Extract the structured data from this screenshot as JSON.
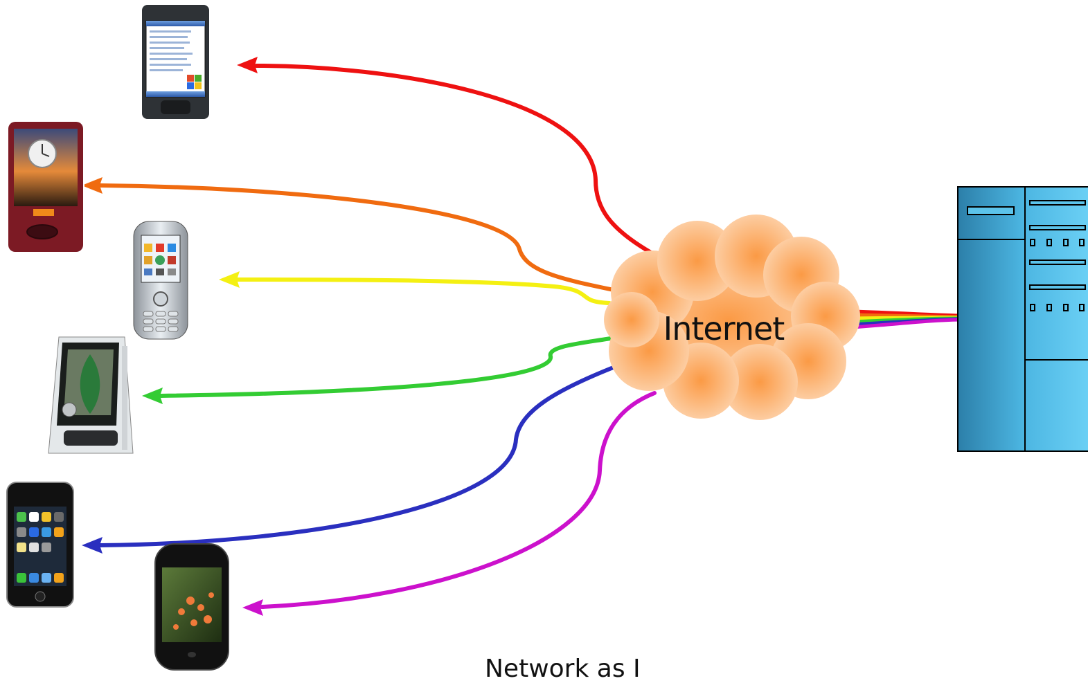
{
  "diagram": {
    "cloud_label": "Internet",
    "caption": "Network as I",
    "colors": {
      "red": "#ee1111",
      "orange": "#f06b10",
      "yellow": "#f4f012",
      "green": "#33cc33",
      "blue": "#2a2fbf",
      "magenta": "#cc11cc",
      "cloud": "#fcc08a",
      "server": "#3aa6d6"
    },
    "nodes": [
      {
        "id": "pocket-pc",
        "kind": "phone"
      },
      {
        "id": "android-phone",
        "kind": "phone"
      },
      {
        "id": "siemens-phone",
        "kind": "phone"
      },
      {
        "id": "motorola-phone",
        "kind": "phone"
      },
      {
        "id": "iphone",
        "kind": "phone"
      },
      {
        "id": "palm-pre",
        "kind": "phone"
      },
      {
        "id": "server",
        "kind": "server"
      }
    ]
  }
}
